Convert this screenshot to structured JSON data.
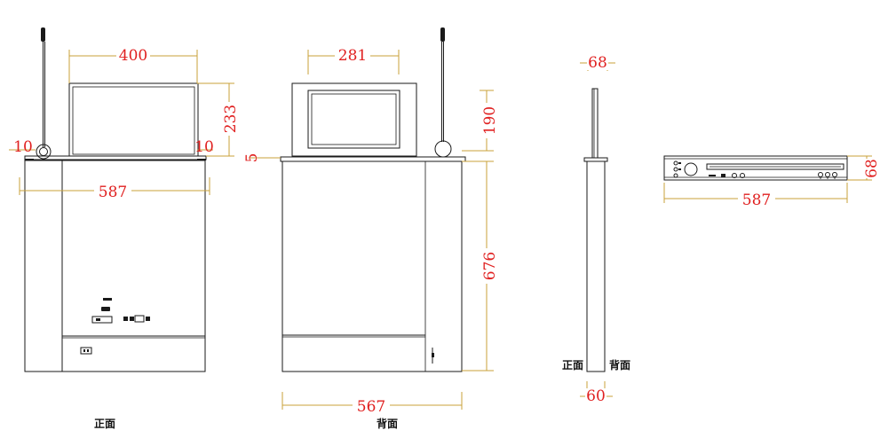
{
  "colors": {
    "outline": "#1a1a1a",
    "dimension_line": "#c9a23a",
    "dimension_text": "#e02020"
  },
  "front_view": {
    "caption": "正面",
    "dims": {
      "screen_width": "400",
      "screen_height": "233",
      "edge_left": "10",
      "edge_right": "10",
      "body_width": "587"
    }
  },
  "back_view": {
    "caption": "背面",
    "dims": {
      "screen_width": "281",
      "screen_height": "190",
      "gap": "5",
      "body_height": "676",
      "bottom_width": "567"
    }
  },
  "side_view": {
    "label_front": "正面",
    "label_back": "背面",
    "dims": {
      "top_width": "68",
      "bottom_width": "60"
    }
  },
  "top_view": {
    "dims": {
      "width": "587",
      "height": "68"
    }
  }
}
